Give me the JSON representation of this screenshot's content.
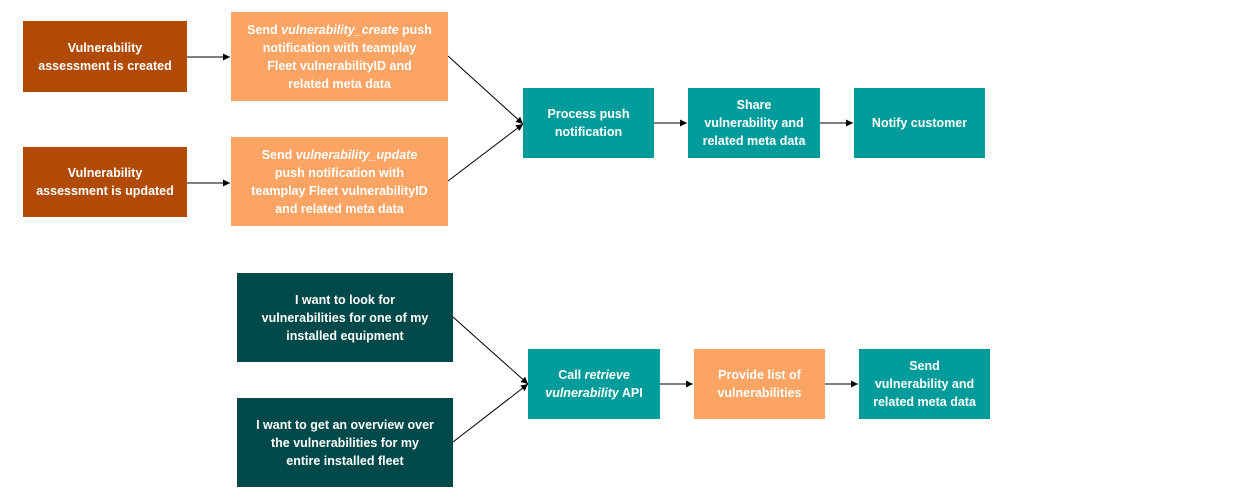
{
  "colors": {
    "rust": "#B04A05",
    "peach": "#FCA463",
    "teal": "#009B9B",
    "dark": "#00494A",
    "edge": "#000000"
  },
  "flow1": {
    "created": {
      "l1": "Vulnerability",
      "l2": "assessment is created"
    },
    "updated": {
      "l1": "Vulnerability",
      "l2": "assessment is updated"
    },
    "send_create": {
      "pre": "Send ",
      "em": "vulnerability_create",
      "post": " push",
      "l2": "notification with teamplay",
      "l3": "Fleet vulnerabilityID and",
      "l4": "related meta data"
    },
    "send_update": {
      "pre": "Send ",
      "em": "vulnerability_update",
      "l2": "push notification with",
      "l3": "teamplay Fleet vulnerabilityID",
      "l4": "and related meta data"
    },
    "process": {
      "l1": "Process push",
      "l2": "notification"
    },
    "share": {
      "l1": "Share",
      "l2": "vulnerability and",
      "l3": "related meta data"
    },
    "notify": {
      "l1": "Notify customer"
    }
  },
  "flow2": {
    "look": {
      "l1": "I want to look for",
      "l2": "vulnerabilities for one of my",
      "l3": "installed equipment"
    },
    "overview": {
      "l1": "I want to get an overview over",
      "l2": "the vulnerabilities for my",
      "l3": "entire installed fleet"
    },
    "call": {
      "pre": "Call ",
      "em1": "retrieve",
      "em2": "vulnerability",
      "post": " API"
    },
    "provide": {
      "l1": "Provide list of",
      "l2": "vulnerabilities"
    },
    "send": {
      "l1": "Send",
      "l2": "vulnerability and",
      "l3": "related meta data"
    }
  }
}
